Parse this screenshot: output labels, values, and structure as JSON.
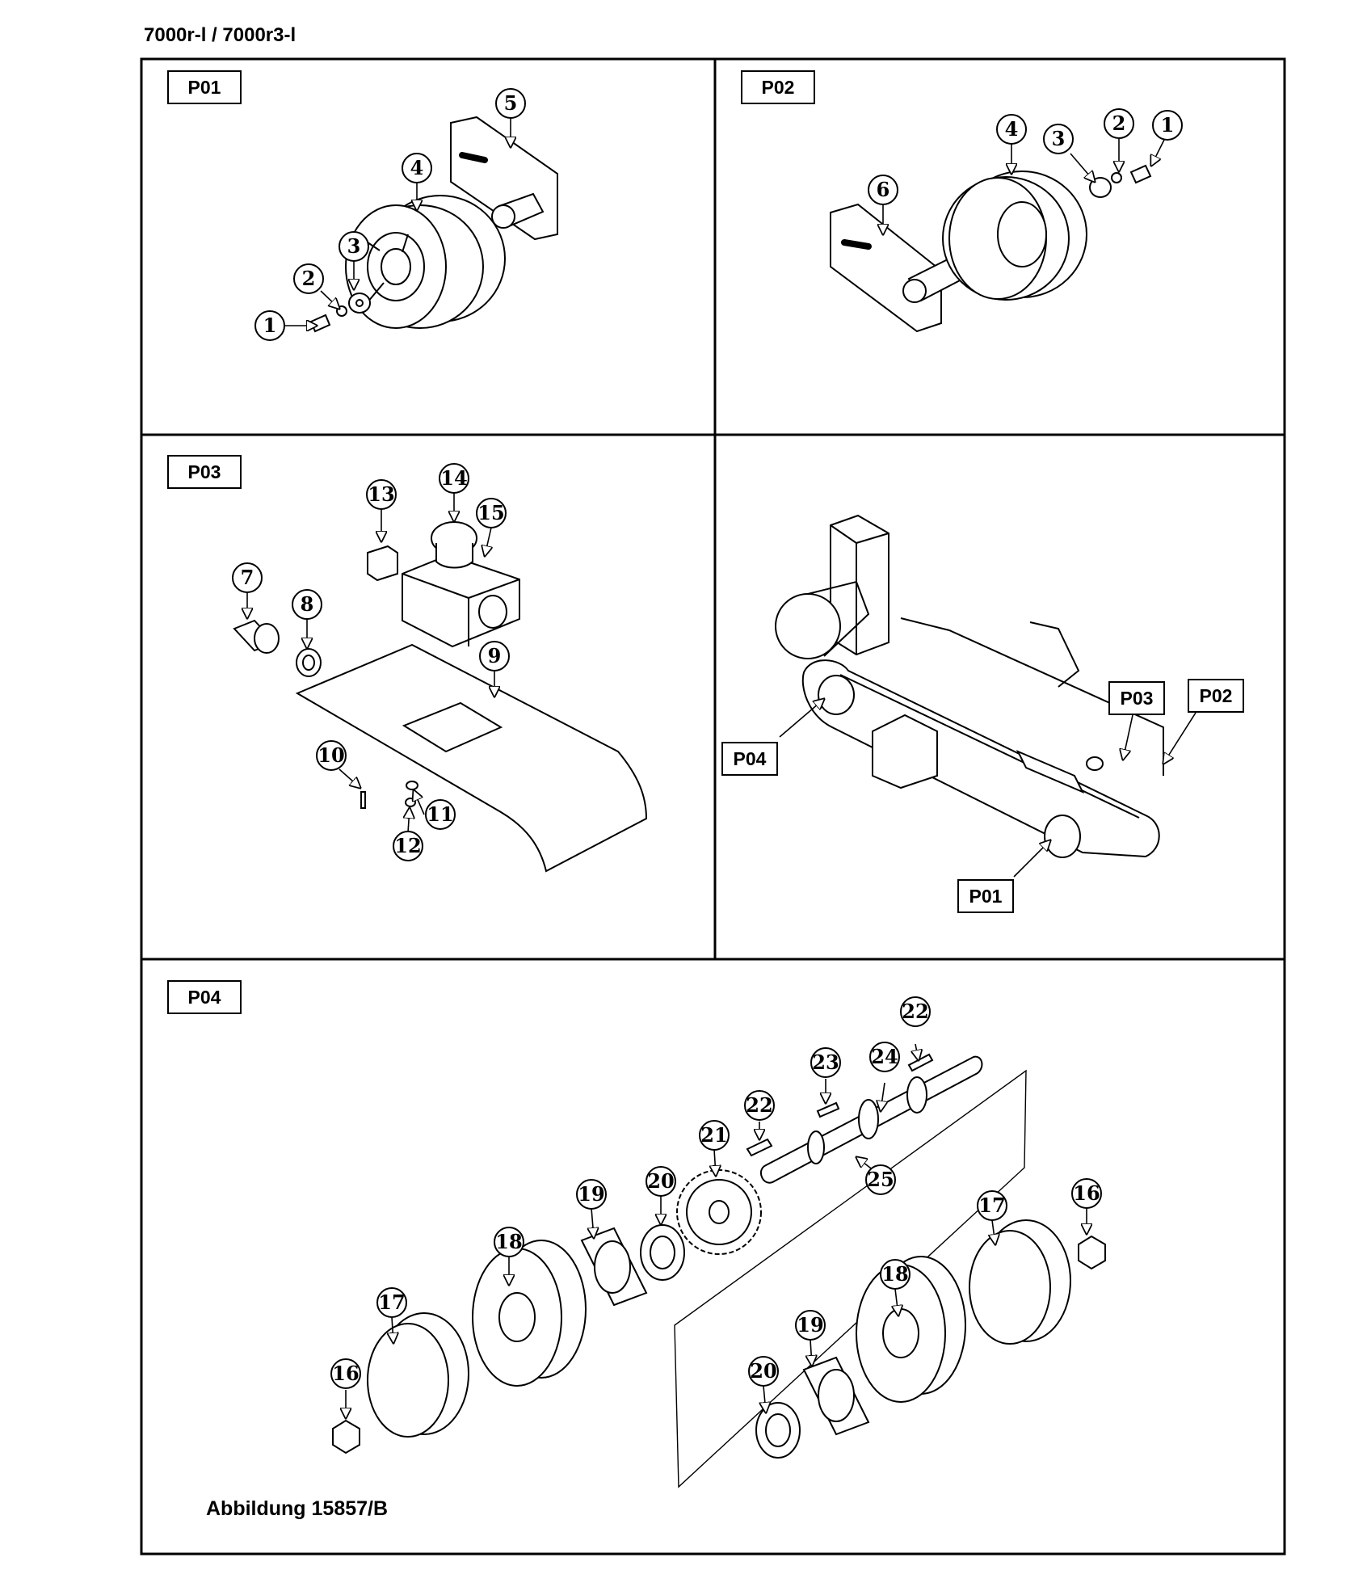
{
  "document": {
    "title": "7000r-l / 7000r3-l",
    "caption": "Abbildung 15857/B"
  },
  "panels": [
    {
      "id": "P01",
      "label": "P01"
    },
    {
      "id": "P02",
      "label": "P02"
    },
    {
      "id": "P03",
      "label": "P03"
    },
    {
      "id": "overview",
      "label": ""
    },
    {
      "id": "P04",
      "label": "P04"
    }
  ],
  "overview_callouts": [
    "P04",
    "P03",
    "P02",
    "P01"
  ],
  "part_numbers": {
    "p01": [
      "1",
      "2",
      "3",
      "4",
      "5"
    ],
    "p02": [
      "1",
      "2",
      "3",
      "4",
      "6"
    ],
    "p03": [
      "7",
      "8",
      "9",
      "10",
      "11",
      "12",
      "13",
      "14",
      "15"
    ],
    "p04": [
      "16",
      "17",
      "18",
      "19",
      "20",
      "21",
      "22",
      "22",
      "23",
      "24",
      "25",
      "16",
      "17",
      "18",
      "19",
      "20"
    ]
  },
  "colors": {
    "line": "#000000",
    "background": "#ffffff"
  }
}
